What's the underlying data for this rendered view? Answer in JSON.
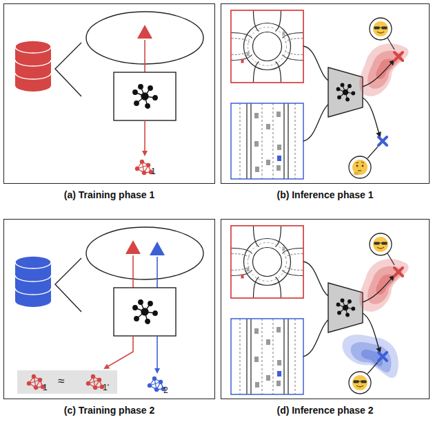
{
  "diagram": {
    "nodes": [
      {
        "text": [
          "(a) Training phase 1"
        ]
      },
      {
        "text": [
          "(b) Inference phase 1"
        ]
      },
      {
        "text": [
          "(c) Training phase 2"
        ]
      },
      {
        "text": [
          "(d) Inference phase 2"
        ]
      }
    ],
    "labels": [
      "1",
      "1",
      "≈",
      "1'",
      "2"
    ]
  }
}
